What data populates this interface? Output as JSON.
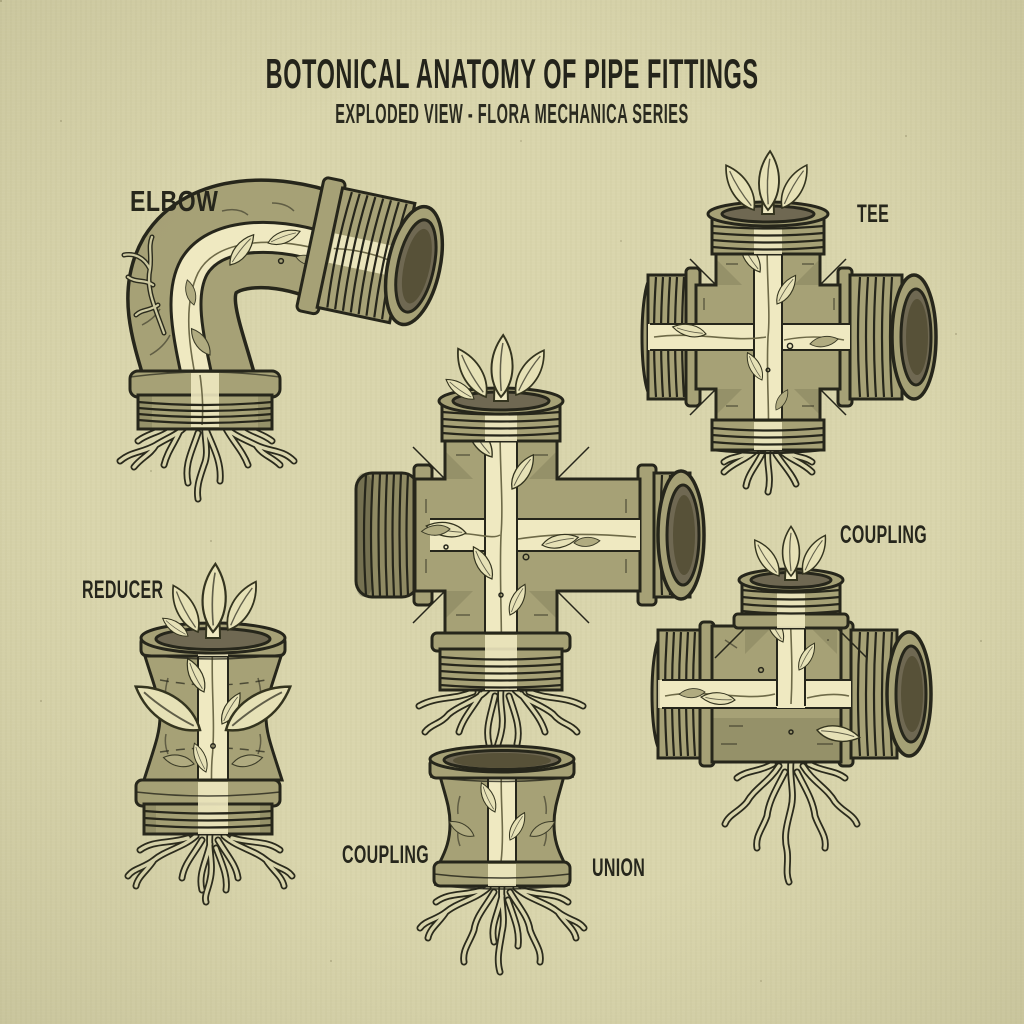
{
  "poster": {
    "title": "BOTONICAL ANATOMY OF PIPE FITTINGS",
    "subtitle": "EXPLODED VIEW - FLORA MECHANICA SERIES"
  },
  "labels": {
    "elbow": "ELBOW",
    "tee": "TEE",
    "reducer": "REDUCER",
    "coupling_right": "COUPLING",
    "coupling_bottom": "COUPLING",
    "union": "UNION"
  },
  "fittings": [
    {
      "id": "elbow",
      "label": "ELBOW"
    },
    {
      "id": "tee",
      "label": "TEE"
    },
    {
      "id": "center-cross",
      "label": ""
    },
    {
      "id": "reducer",
      "label": "REDUCER"
    },
    {
      "id": "coupling-right",
      "label": "COUPLING"
    },
    {
      "id": "union",
      "label": "UNION"
    }
  ],
  "colors": {
    "paper": "#d9d5ac",
    "ink": "#26261b",
    "body": "#a6a176",
    "body_dark": "#8f8a63",
    "channel_cream": "#efe9c1",
    "leaf": "#e6e1b6",
    "opening": "#6f6852",
    "opening_dark": "#575138"
  }
}
